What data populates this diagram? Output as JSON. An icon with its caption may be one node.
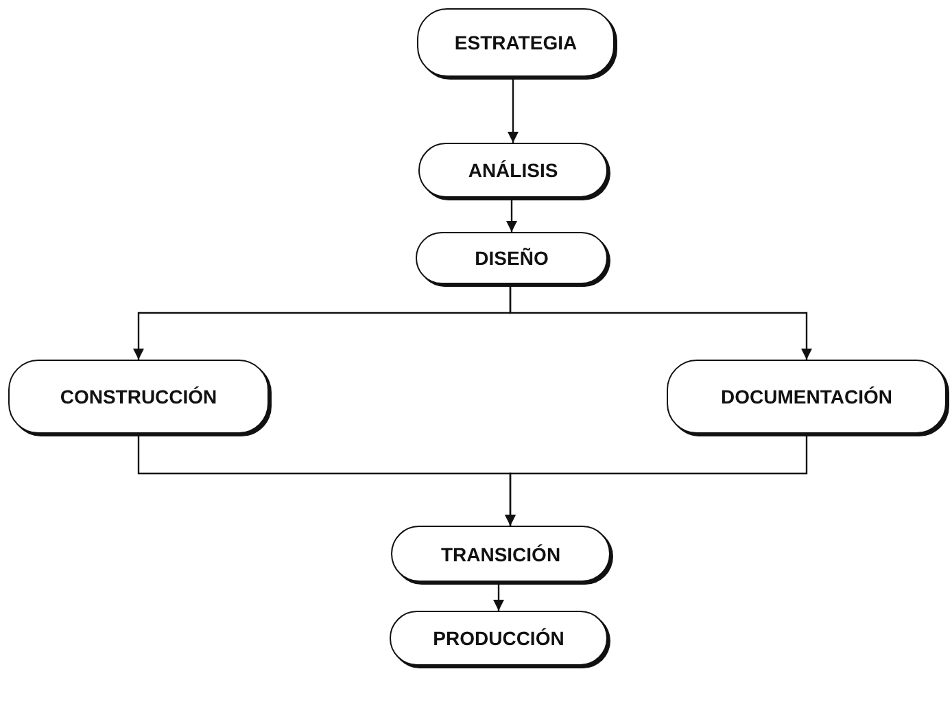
{
  "diagram": {
    "nodes": [
      {
        "text": [
          "ESTRATEGIA"
        ]
      },
      {
        "text": [
          "ANÁLISIS"
        ]
      },
      {
        "text": [
          "DISEÑO"
        ]
      },
      {
        "text": [
          "CONSTRUCCIÓN"
        ]
      },
      {
        "text": [
          "DOCUMENTACIÓN"
        ]
      },
      {
        "text": [
          "TRANSICIÓN"
        ]
      },
      {
        "text": [
          "PRODUCCIÓN"
        ]
      }
    ],
    "edges": [
      {
        "from": 0,
        "to": 1,
        "arrow": "to"
      },
      {
        "from": 1,
        "to": 2,
        "arrow": "to"
      },
      {
        "from": 2,
        "to": 3,
        "arrow": "to"
      },
      {
        "from": 2,
        "to": 4,
        "arrow": "to"
      },
      {
        "from": 3,
        "to": 5,
        "arrow": "to"
      },
      {
        "from": 4,
        "to": 5,
        "arrow": "to"
      },
      {
        "from": 5,
        "to": 6,
        "arrow": "to"
      }
    ]
  }
}
